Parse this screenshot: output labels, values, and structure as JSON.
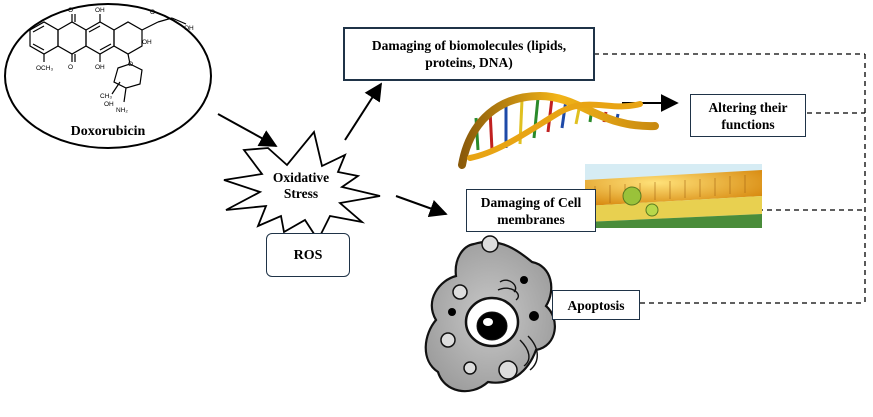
{
  "molecule": {
    "name": "Doxorubicin",
    "atoms": {
      "oh": "OH",
      "o": "O",
      "och3": "OCH₃",
      "ch3": "CH₃",
      "nh2": "NH₂"
    }
  },
  "nodes": {
    "stress": "Oxidative Stress",
    "ros": "ROS",
    "biomolecules": "Damaging of biomolecules  (lipids, proteins, DNA)",
    "altering": "Altering their functions",
    "membranes": "Damaging of Cell membranes",
    "apoptosis": "Apoptosis"
  }
}
